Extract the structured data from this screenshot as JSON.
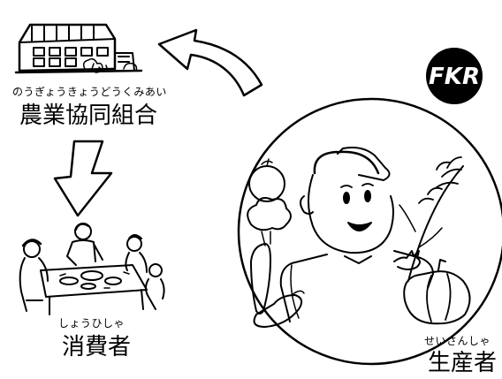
{
  "logo": {
    "text": "FKR",
    "color": "#000000"
  },
  "labels": {
    "cooperative": {
      "reading": "のうぎょうきょうどうくみあい",
      "text": "農業協同組合"
    },
    "consumer": {
      "reading": "しょうひしゃ",
      "text": "消費者"
    },
    "producer": {
      "reading": "せいさんしゃ",
      "text": "生産者"
    }
  },
  "colors": {
    "ink": "#000000",
    "paper": "#ffffff"
  }
}
